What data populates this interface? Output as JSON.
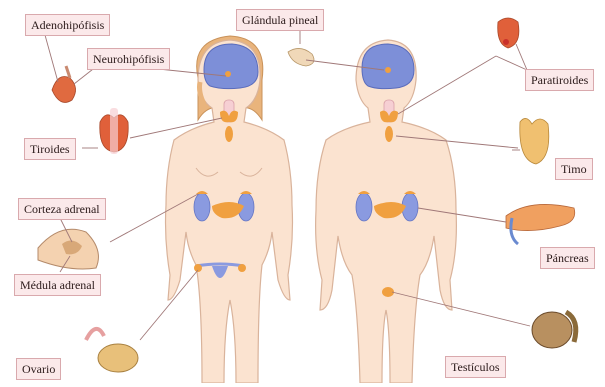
{
  "labels": {
    "adenohipofisis": "Adenohipófisis",
    "neurohipofisis": "Neurohipófisis",
    "glandula_pineal": "Glándula pineal",
    "paratiroides": "Paratiroides",
    "tiroides": "Tiroides",
    "timo": "Timo",
    "corteza_adrenal": "Corteza adrenal",
    "medula_adrenal": "Médula adrenal",
    "pancreas": "Páncreas",
    "ovario": "Ovario",
    "testiculos": "Testículos"
  },
  "colors": {
    "skin": "#fbe3d0",
    "skin_outline": "#d9b39b",
    "brain": "#7d8fd8",
    "gland_orange": "#f0a040",
    "kidney": "#8a9ae0",
    "label_bg": "#fbe9ea",
    "label_border": "#d9a9ad",
    "leader": "#a07878"
  }
}
